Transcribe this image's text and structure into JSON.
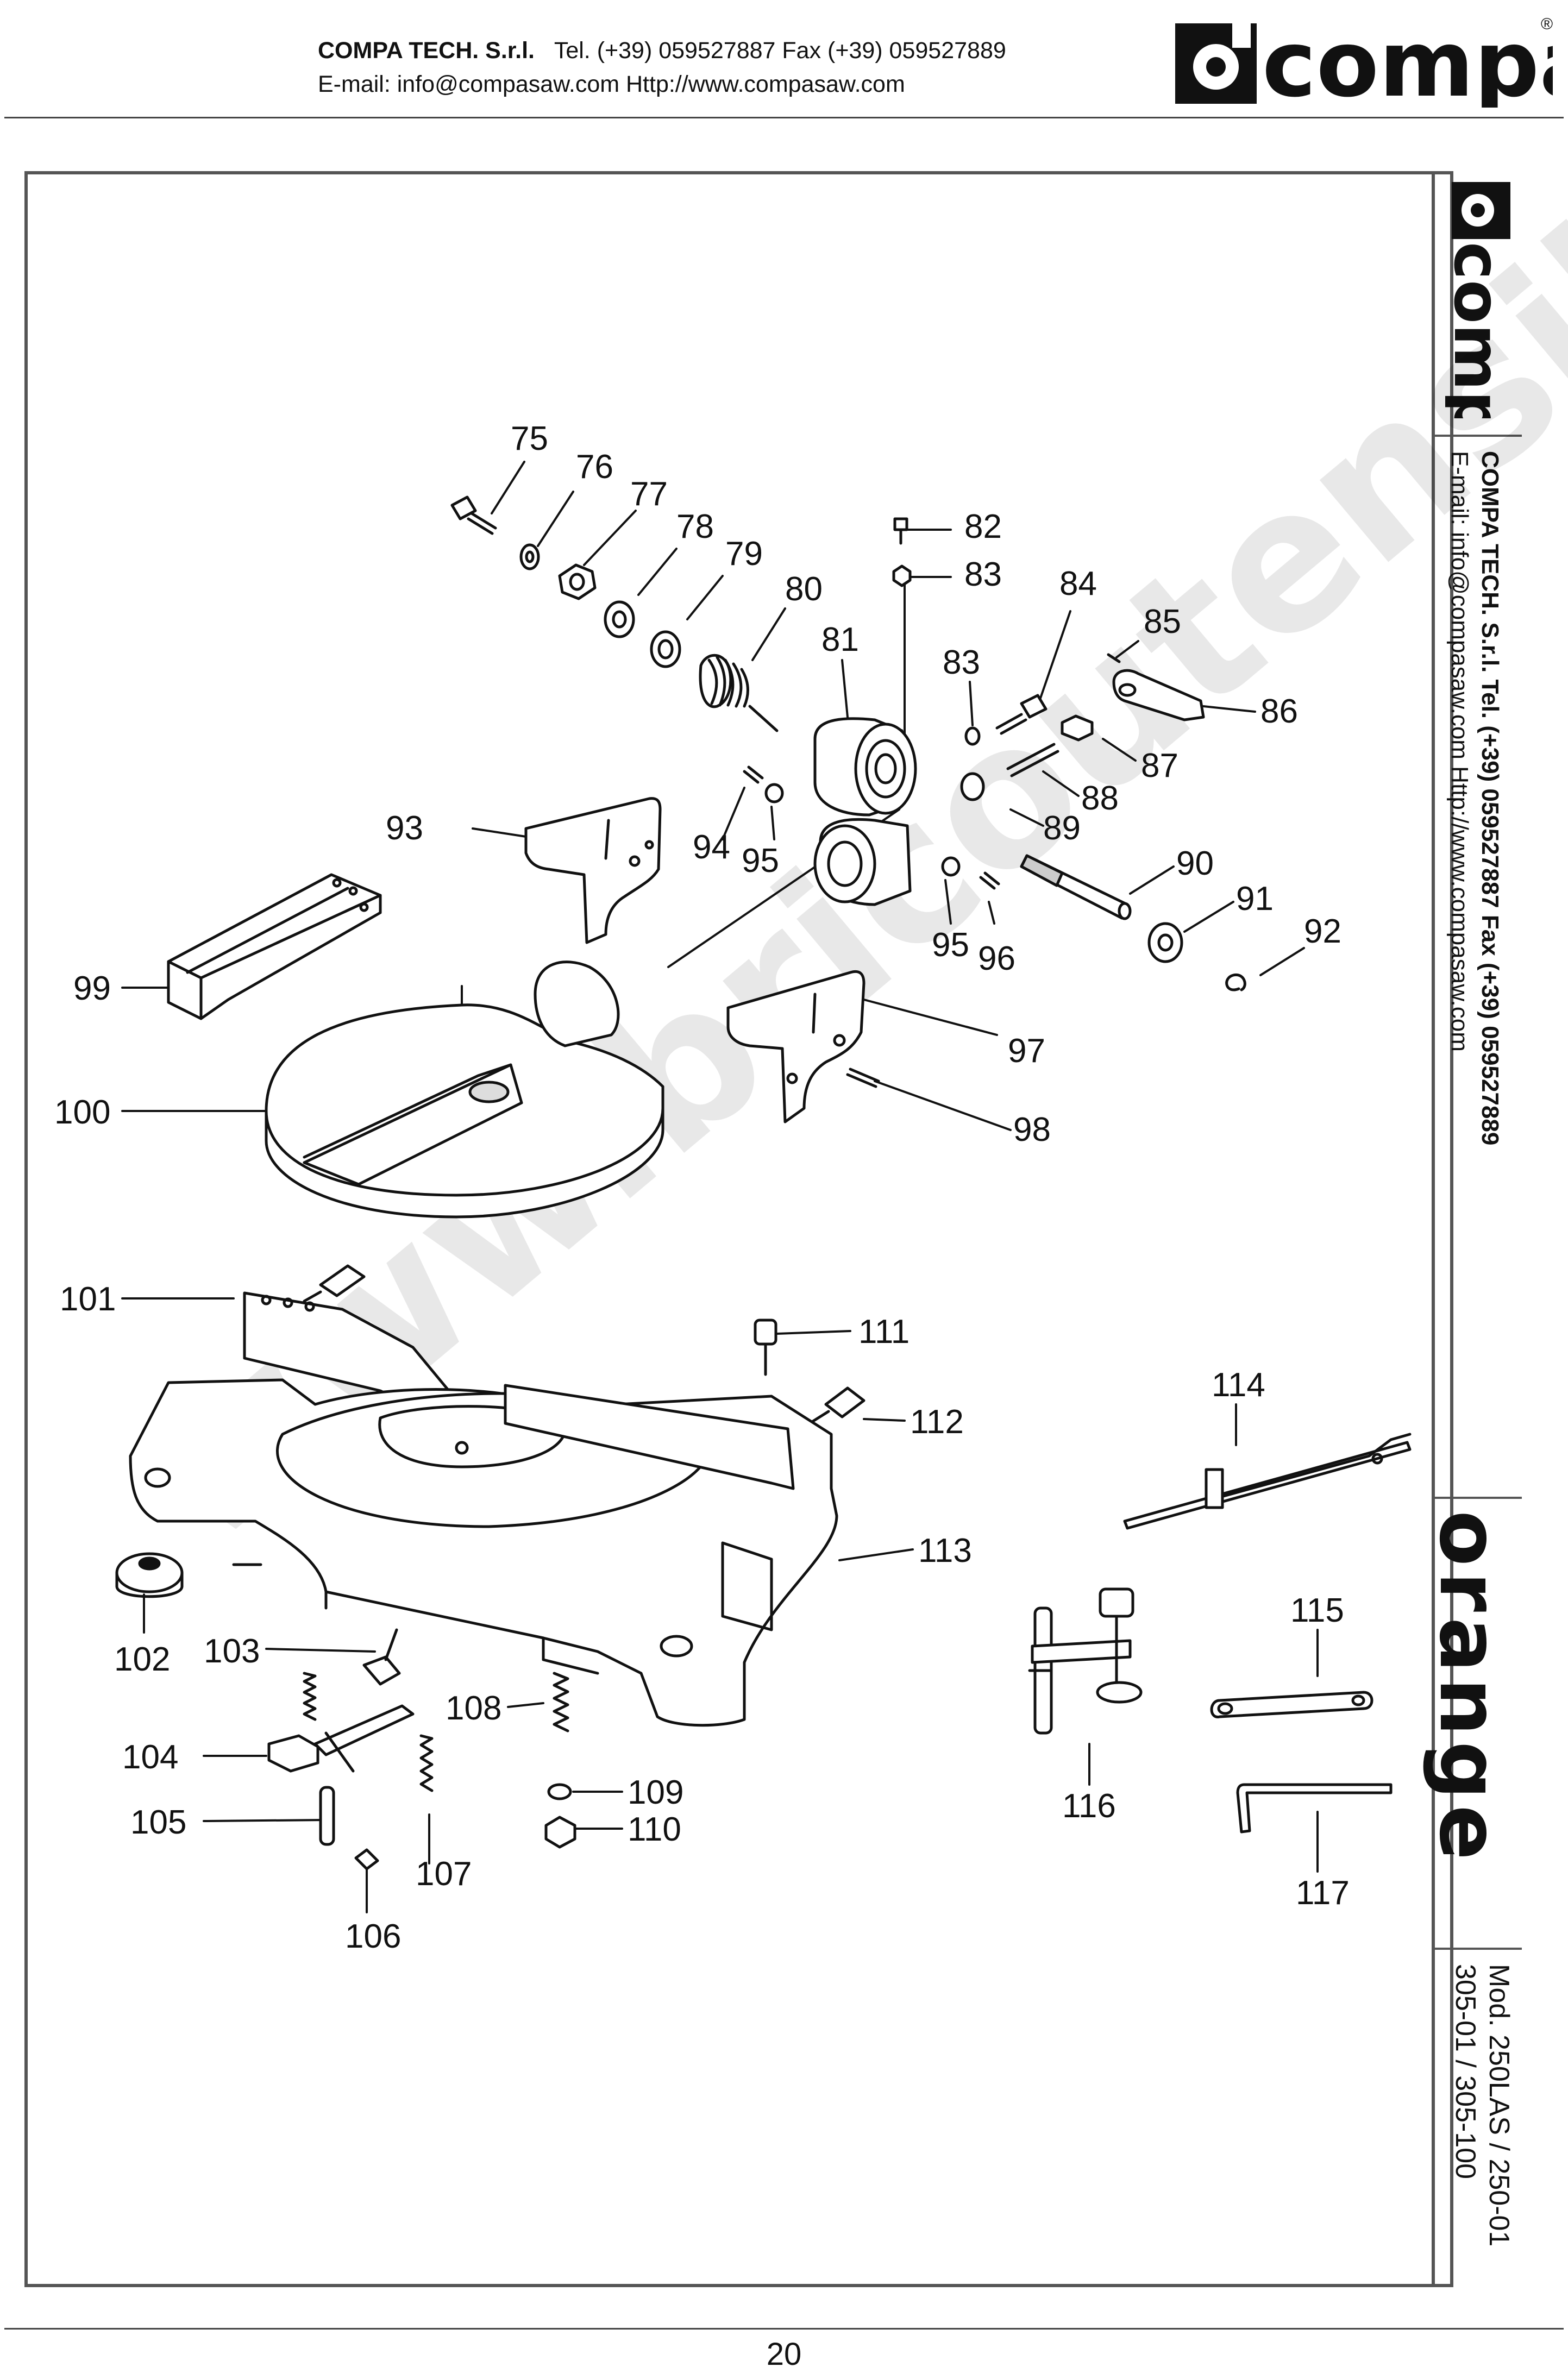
{
  "header": {
    "company": "COMPA TECH. S.r.l.",
    "phone": "Tel. (+39) 059527887 Fax (+39) 059527889",
    "email": "E-mail: info@compasaw.com Http://www.compasaw.com",
    "logo_text": "compa",
    "registered_mark": "®"
  },
  "side_panel": {
    "logo_text": "compa",
    "contact_line1": "COMPA TECH. S.r.l. Tel. (+39) 059527887 Fax (+39) 059527889",
    "contact_line2": "E-mail: info@compasaw.com Http://www.compasaw.com",
    "brand": "orange",
    "model_line1": "Mod. 250LAS / 250-01",
    "model_line2": "305-01 / 305-100"
  },
  "watermark": "www.bricoutensili.com",
  "callouts": [
    {
      "id": "75",
      "label": "75"
    },
    {
      "id": "76",
      "label": "76"
    },
    {
      "id": "77",
      "label": "77"
    },
    {
      "id": "78",
      "label": "78"
    },
    {
      "id": "79",
      "label": "79"
    },
    {
      "id": "80",
      "label": "80"
    },
    {
      "id": "81",
      "label": "81"
    },
    {
      "id": "82",
      "label": "82"
    },
    {
      "id": "83a",
      "label": "83"
    },
    {
      "id": "83b",
      "label": "83"
    },
    {
      "id": "84",
      "label": "84"
    },
    {
      "id": "85",
      "label": "85"
    },
    {
      "id": "86",
      "label": "86"
    },
    {
      "id": "87",
      "label": "87"
    },
    {
      "id": "88",
      "label": "88"
    },
    {
      "id": "89",
      "label": "89"
    },
    {
      "id": "90",
      "label": "90"
    },
    {
      "id": "91",
      "label": "91"
    },
    {
      "id": "92",
      "label": "92"
    },
    {
      "id": "93",
      "label": "93"
    },
    {
      "id": "94",
      "label": "94"
    },
    {
      "id": "95a",
      "label": "95"
    },
    {
      "id": "95b",
      "label": "95"
    },
    {
      "id": "96",
      "label": "96"
    },
    {
      "id": "97",
      "label": "97"
    },
    {
      "id": "98",
      "label": "98"
    },
    {
      "id": "99",
      "label": "99"
    },
    {
      "id": "100",
      "label": "100"
    },
    {
      "id": "101",
      "label": "101"
    },
    {
      "id": "102",
      "label": "102"
    },
    {
      "id": "103",
      "label": "103"
    },
    {
      "id": "104",
      "label": "104"
    },
    {
      "id": "105",
      "label": "105"
    },
    {
      "id": "106",
      "label": "106"
    },
    {
      "id": "107",
      "label": "107"
    },
    {
      "id": "108",
      "label": "108"
    },
    {
      "id": "109",
      "label": "109"
    },
    {
      "id": "110",
      "label": "110"
    },
    {
      "id": "111",
      "label": "111"
    },
    {
      "id": "112",
      "label": "112"
    },
    {
      "id": "113",
      "label": "113"
    },
    {
      "id": "114",
      "label": "114"
    },
    {
      "id": "115",
      "label": "115"
    },
    {
      "id": "116",
      "label": "116"
    },
    {
      "id": "117",
      "label": "117"
    }
  ],
  "footer": {
    "page_number": "20"
  }
}
